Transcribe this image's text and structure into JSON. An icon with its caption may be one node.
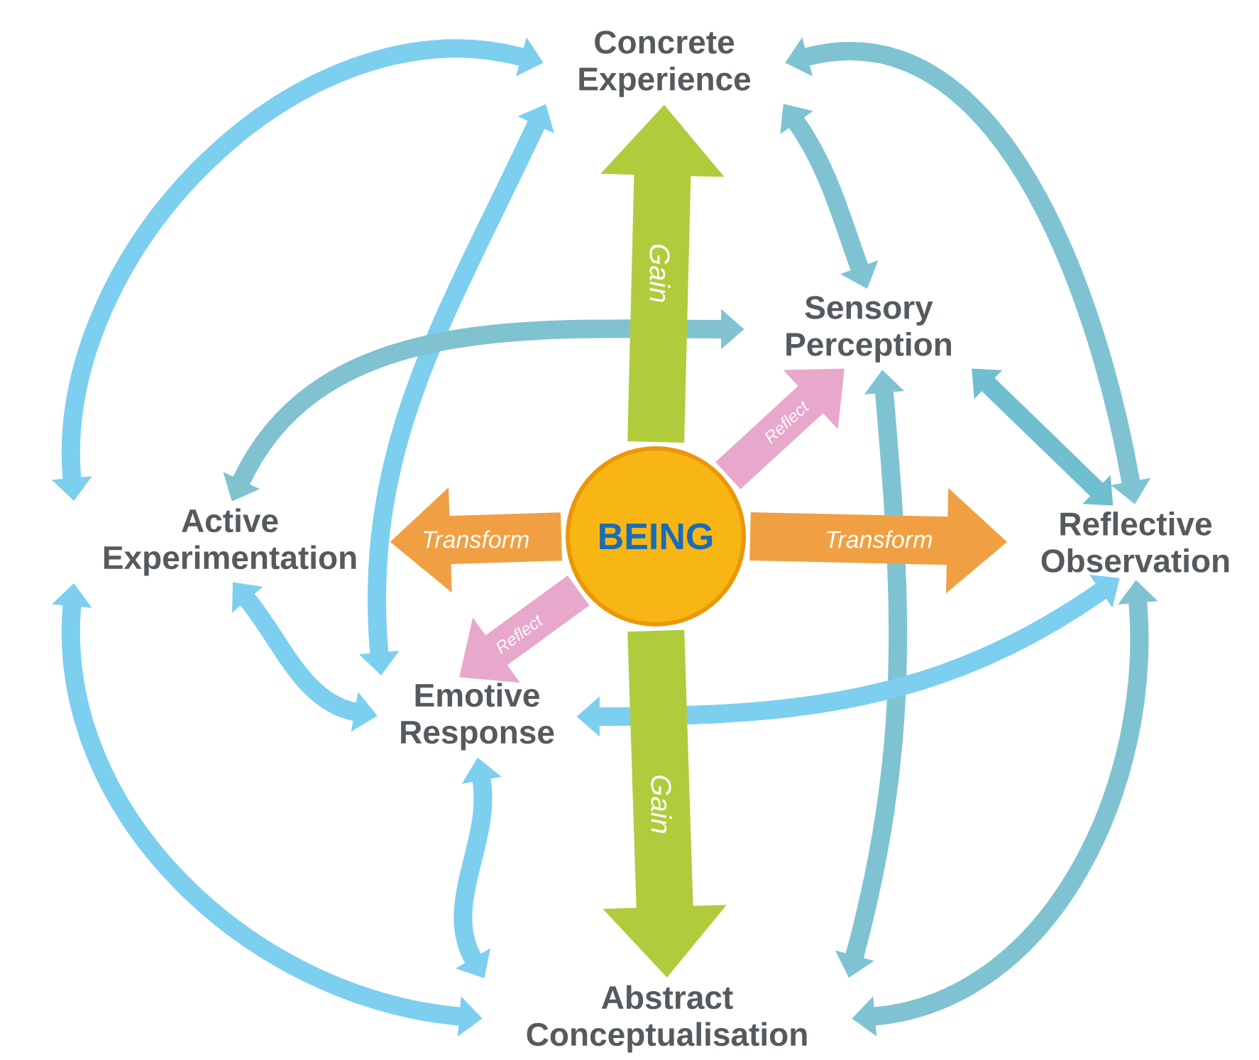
{
  "diagram": {
    "nodes": [
      {
        "text": [
          "Concrete Experience"
        ]
      },
      {
        "text": [
          "Sensory Perception"
        ]
      },
      {
        "text": [
          "Active Experimentation"
        ]
      },
      {
        "text": [
          "BEING"
        ]
      },
      {
        "text": [
          "Reflective Observation"
        ]
      },
      {
        "text": [
          "Emotive Response"
        ]
      },
      {
        "text": [
          "Abstract Conceptualisation"
        ]
      }
    ],
    "edges": [
      {
        "from": 0,
        "to": 2,
        "arrow": "both",
        "color": "#7ccfee"
      },
      {
        "from": 0,
        "to": 4,
        "arrow": "both",
        "color": "#7fc3d2"
      },
      {
        "from": 2,
        "to": 6,
        "arrow": "both",
        "color": "#7ccfee"
      },
      {
        "from": 4,
        "to": 6,
        "arrow": "both",
        "color": "#7fc3d2"
      },
      {
        "from": 0,
        "to": 5,
        "arrow": "both",
        "color": "#7ccfee"
      },
      {
        "from": 0,
        "to": 1,
        "arrow": "both",
        "color": "#7fc3d2"
      },
      {
        "from": 1,
        "to": 4,
        "arrow": "both",
        "color": "#6fbfd0"
      },
      {
        "from": 1,
        "to": 6,
        "arrow": "both",
        "color": "#7fc3d2"
      },
      {
        "from": 1,
        "to": 2,
        "arrow": "both",
        "color": "#80c2d0"
      },
      {
        "from": 2,
        "to": 5,
        "arrow": "both",
        "color": "#7ccfee"
      },
      {
        "from": 5,
        "to": 6,
        "arrow": "both",
        "color": "#7ccfee"
      },
      {
        "from": 4,
        "to": 5,
        "arrow": "both",
        "color": "#7ccfee"
      },
      {
        "from": 3,
        "to": 0,
        "arrow": "to",
        "label": "Gain",
        "style": "thick",
        "color": "#b0cc3c"
      },
      {
        "from": 3,
        "to": 6,
        "arrow": "to",
        "label": "Gain",
        "style": "thick",
        "color": "#b0cc3c"
      },
      {
        "from": 3,
        "to": 2,
        "arrow": "to",
        "label": "Transform",
        "style": "thick",
        "color": "#f0a042"
      },
      {
        "from": 3,
        "to": 4,
        "arrow": "to",
        "label": "Transform",
        "style": "thick",
        "color": "#f0a042"
      },
      {
        "from": 3,
        "to": 1,
        "arrow": "to",
        "label": "Reflect",
        "style": "thick",
        "color": "#e8a8cc"
      },
      {
        "from": 3,
        "to": 5,
        "arrow": "to",
        "label": "Reflect",
        "style": "thick",
        "color": "#e8a8cc"
      }
    ]
  }
}
